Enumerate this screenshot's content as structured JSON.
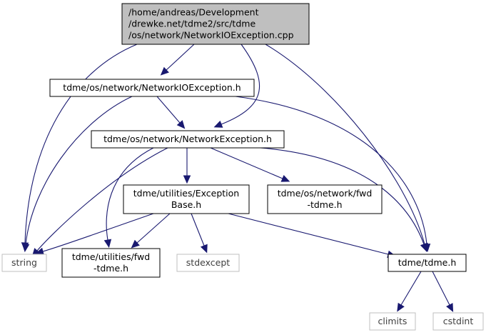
{
  "diagram": {
    "type": "include-dependency-graph",
    "colors": {
      "edge": "#191970",
      "root_fill": "#bfbfbf",
      "node_border": "#000000",
      "system_border": "#bfbfbf"
    },
    "nodes": [
      {
        "id": "root",
        "kind": "root",
        "lines": [
          "/home/andreas/Development",
          "/drewke.net/tdme2/src/tdme",
          "/os/network/NetworkIOException.cpp"
        ]
      },
      {
        "id": "nioe_h",
        "kind": "file",
        "lines": [
          "tdme/os/network/NetworkIOException.h"
        ]
      },
      {
        "id": "ne_h",
        "kind": "file",
        "lines": [
          "tdme/os/network/NetworkException.h"
        ]
      },
      {
        "id": "eb_h",
        "kind": "file",
        "lines": [
          "tdme/utilities/Exception",
          "Base.h"
        ]
      },
      {
        "id": "net_fwd",
        "kind": "file",
        "lines": [
          "tdme/os/network/fwd",
          "-tdme.h"
        ]
      },
      {
        "id": "string",
        "kind": "system",
        "lines": [
          "string"
        ]
      },
      {
        "id": "util_fwd",
        "kind": "file",
        "lines": [
          "tdme/utilities/fwd",
          "-tdme.h"
        ]
      },
      {
        "id": "stdexcept",
        "kind": "system",
        "lines": [
          "stdexcept"
        ]
      },
      {
        "id": "tdme_h",
        "kind": "file",
        "lines": [
          "tdme/tdme.h"
        ]
      },
      {
        "id": "climits",
        "kind": "system",
        "lines": [
          "climits"
        ]
      },
      {
        "id": "cstdint",
        "kind": "system",
        "lines": [
          "cstdint"
        ]
      }
    ],
    "edges": [
      {
        "from": "root",
        "to": "nioe_h"
      },
      {
        "from": "root",
        "to": "string"
      },
      {
        "from": "root",
        "to": "ne_h"
      },
      {
        "from": "root",
        "to": "tdme_h"
      },
      {
        "from": "nioe_h",
        "to": "ne_h"
      },
      {
        "from": "nioe_h",
        "to": "string"
      },
      {
        "from": "nioe_h",
        "to": "tdme_h"
      },
      {
        "from": "ne_h",
        "to": "eb_h"
      },
      {
        "from": "ne_h",
        "to": "net_fwd"
      },
      {
        "from": "ne_h",
        "to": "string"
      },
      {
        "from": "ne_h",
        "to": "util_fwd"
      },
      {
        "from": "ne_h",
        "to": "tdme_h"
      },
      {
        "from": "eb_h",
        "to": "string"
      },
      {
        "from": "eb_h",
        "to": "util_fwd"
      },
      {
        "from": "eb_h",
        "to": "stdexcept"
      },
      {
        "from": "eb_h",
        "to": "tdme_h"
      },
      {
        "from": "tdme_h",
        "to": "climits"
      },
      {
        "from": "tdme_h",
        "to": "cstdint"
      }
    ]
  }
}
